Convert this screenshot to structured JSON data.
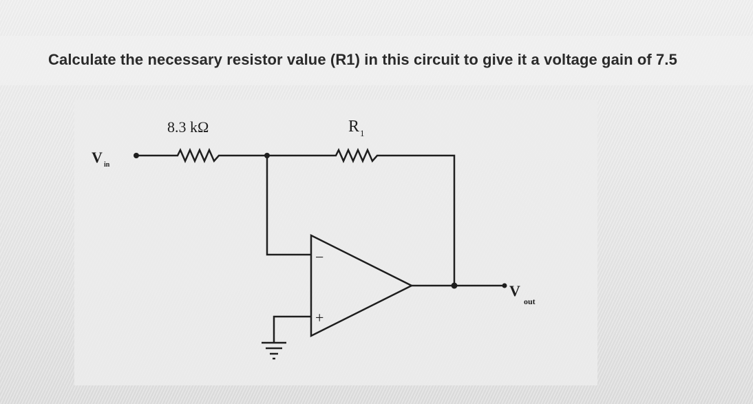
{
  "question": {
    "text": "Calculate the necessary resistor value (R1) in this circuit to give it a voltage gain of 7.5"
  },
  "circuit": {
    "input_resistor_label": "8.3 kΩ",
    "feedback_resistor_label": "R",
    "feedback_resistor_subscript": "1",
    "input_label": "V",
    "input_label_subscript": "in",
    "output_label": "V",
    "output_label_subscript": "out",
    "inverting_input_symbol": "−",
    "noninverting_input_symbol": "+"
  }
}
